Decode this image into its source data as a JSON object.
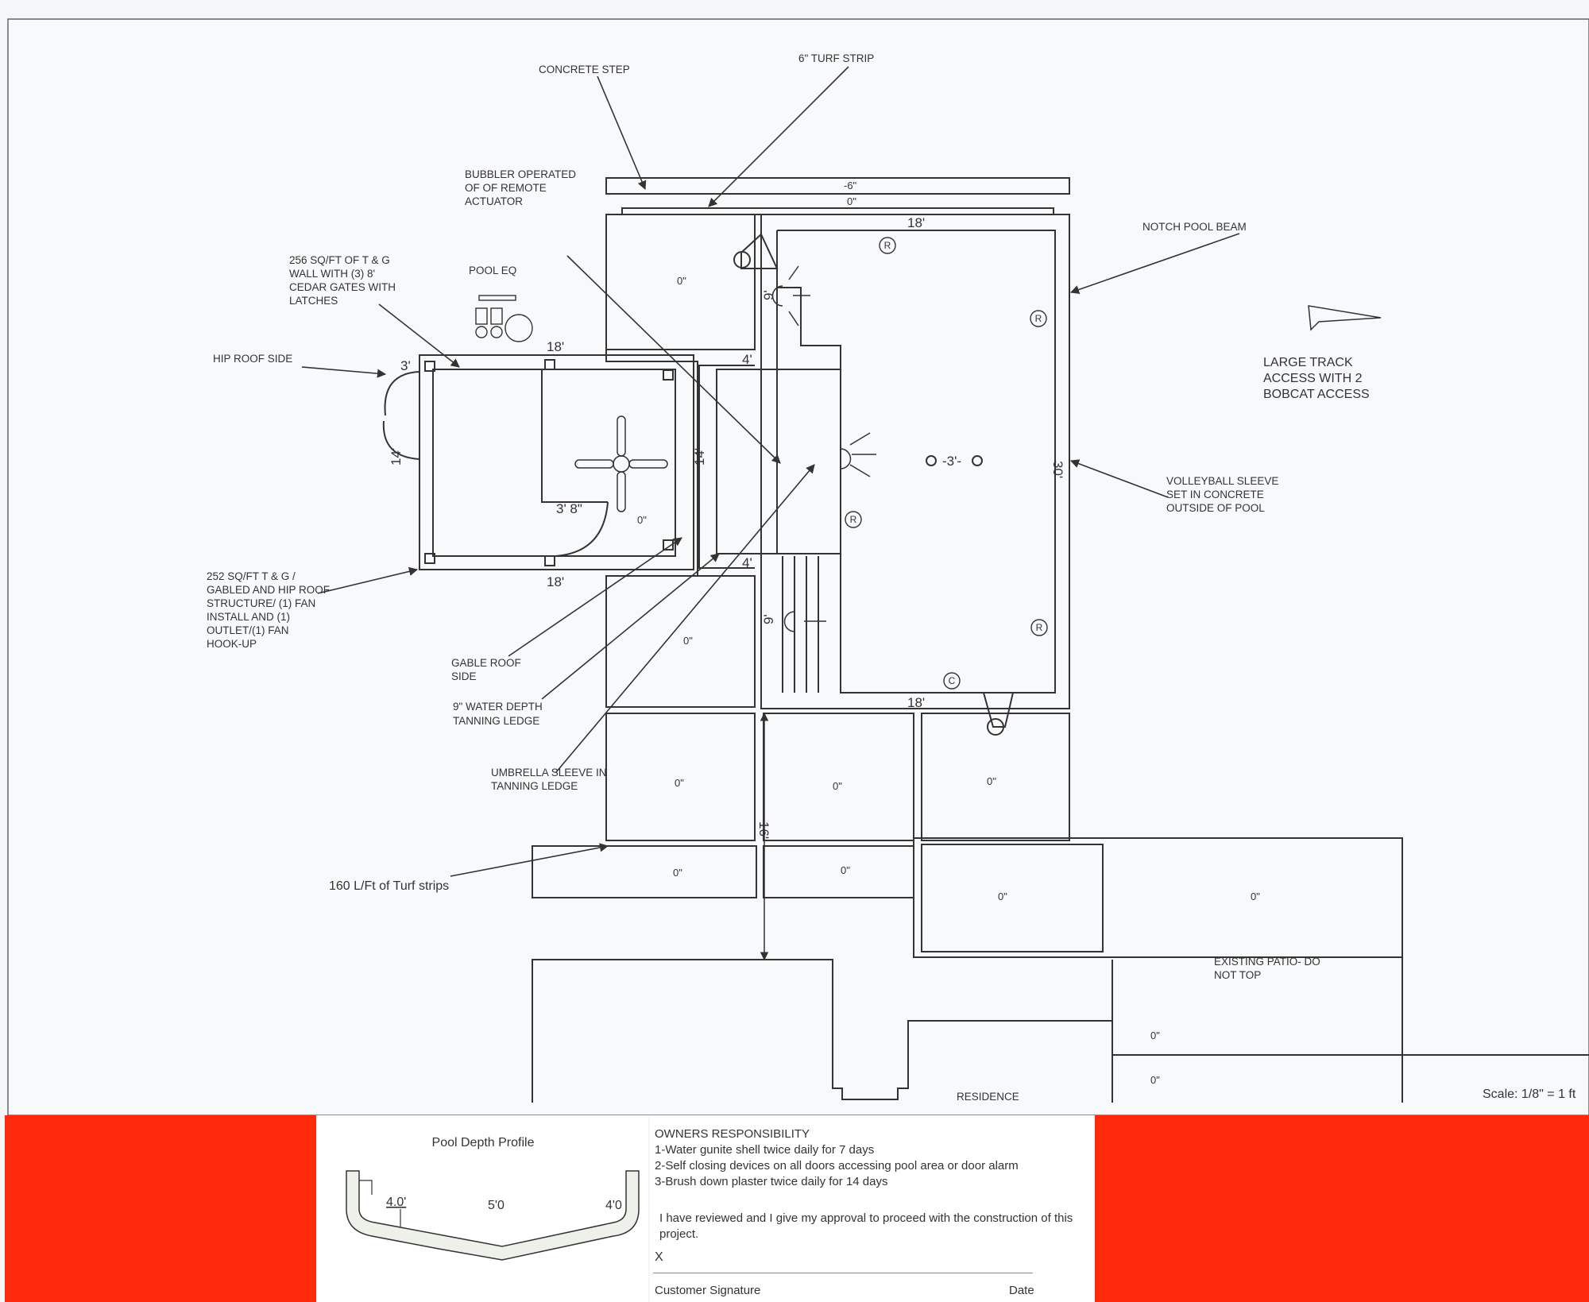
{
  "callouts": {
    "concrete_step": "CONCRETE STEP",
    "turf_strip": "6\" TURF STRIP",
    "bubbler": [
      "BUBBLER OPERATED",
      "OF OF REMOTE",
      "ACTUATOR"
    ],
    "notch_beam": "NOTCH POOL BEAM",
    "wall_gates": [
      "256 SQ/FT OF T & G",
      "WALL WITH (3) 8'",
      "CEDAR GATES WITH",
      "LATCHES"
    ],
    "pool_eq": "POOL EQ",
    "hip_roof": "HIP ROOF SIDE",
    "structure": [
      "252 SQ/FT T & G /",
      "GABLED AND HIP ROOF",
      "STRUCTURE/ (1) FAN",
      "INSTALL AND (1)",
      "OUTLET/(1) FAN",
      "HOOK-UP"
    ],
    "gable_roof": [
      "GABLE ROOF",
      "SIDE"
    ],
    "water_depth": [
      "9\" WATER DEPTH",
      "TANNING LEDGE"
    ],
    "umbrella": [
      "UMBRELLA SLEEVE IN",
      "TANNING LEDGE"
    ],
    "turf_strips": "160 L/Ft of Turf strips",
    "large_track": [
      "LARGE TRACK",
      "ACCESS WITH 2",
      "BOBCAT ACCESS"
    ],
    "volleyball": [
      "VOLLEYBALL SLEEVE",
      "SET IN CONCRETE",
      "OUTSIDE OF POOL"
    ],
    "existing_patio": [
      "EXISTING PATIO- DO",
      "NOT TOP"
    ],
    "residence": "RESIDENCE"
  },
  "dims": {
    "neg6": "-6\"",
    "zero_top": "0\"",
    "pool_top": "18'",
    "pool_bottom": "18'",
    "pool_side": "30'",
    "pool_inner": "-3'-",
    "gazebo_top": "18'",
    "gazebo_bottom": "18'",
    "gazebo_left_w": "3'",
    "gazebo_door": "3' 8\"",
    "gazebo_side": "14'",
    "ledge_side": "14'",
    "four_top": "4'",
    "four_bottom": "4'",
    "nine_upper": "9'",
    "nine_lower": "9'",
    "sixteen": "16'",
    "zero": "0\""
  },
  "symbols": {
    "return": "R",
    "cleaner": "C"
  },
  "scale": "Scale: 1/8\" = 1 ft",
  "profile": {
    "title": "Pool Depth Profile",
    "shallow": "4.0'",
    "mid": "5'0",
    "deep": "4'0"
  },
  "owners": {
    "title": "OWNERS RESPONSIBILITY",
    "items": [
      "1-Water gunite shell twice daily for 7 days",
      "2-Self closing devices on all doors accessing pool area or door alarm",
      "3-Brush down plaster twice daily for 14 days"
    ],
    "approval": "I have reviewed and I give my approval to proceed with the construction of this project.",
    "x_mark": "X",
    "signature_label": "Customer Signature",
    "date_label": "Date"
  },
  "colors": {
    "red_block": "#ff2a0c",
    "line": "#333333",
    "paper": "#f4f6f8"
  }
}
